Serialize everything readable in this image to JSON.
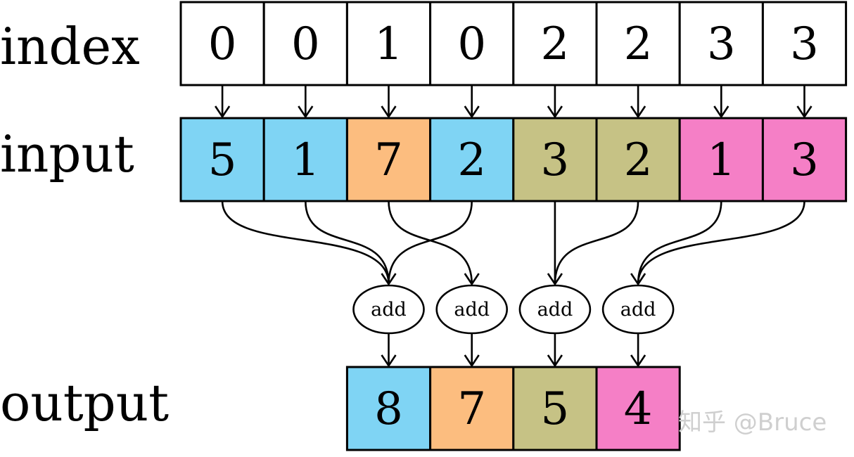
{
  "labels": {
    "index": "index",
    "input": "input",
    "output": "output"
  },
  "index_values": [
    "0",
    "0",
    "1",
    "0",
    "2",
    "2",
    "3",
    "3"
  ],
  "input_values": [
    "5",
    "1",
    "7",
    "2",
    "3",
    "2",
    "1",
    "3"
  ],
  "output_values": [
    "8",
    "7",
    "5",
    "4"
  ],
  "op_label": "add",
  "watermark": "知乎 @Bruce",
  "colors": {
    "group0": "#7fd4f4",
    "group1": "#fcbd7f",
    "group2": "#c6c285",
    "group3": "#f57fc6",
    "index_cell": "#ffffff"
  }
}
